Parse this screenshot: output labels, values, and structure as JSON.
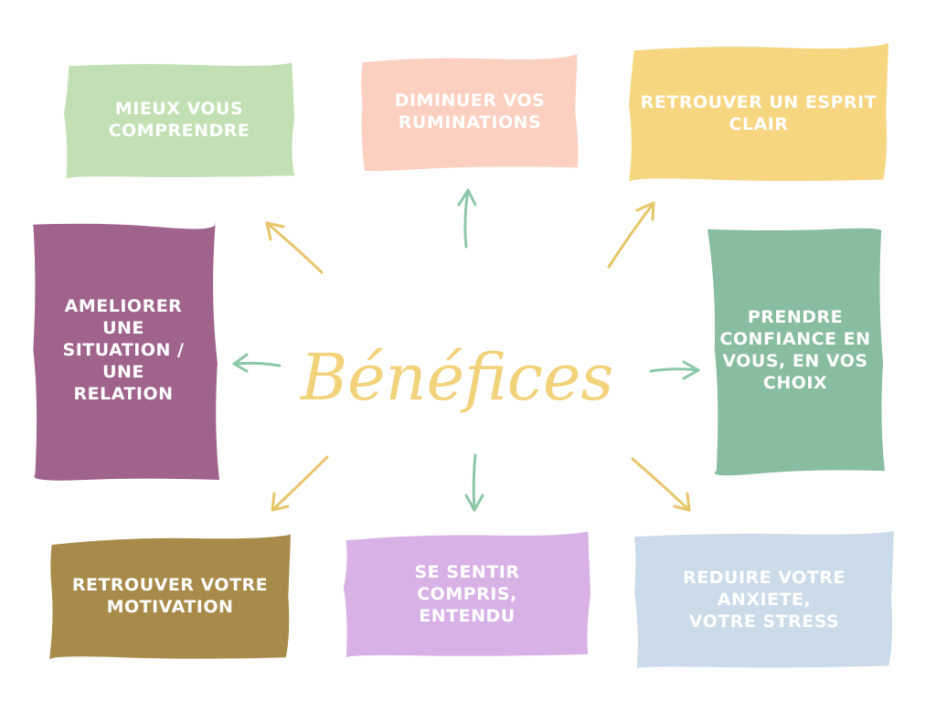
{
  "title": "Bénéfices",
  "colors": {
    "title": "#f2d27b",
    "arrow_green": "#8cc8a8",
    "arrow_yellow": "#e7c66a"
  },
  "cards": {
    "top_left": {
      "text": "MIEUX VOUS\nCOMPRENDRE",
      "color": "#c2e0b4"
    },
    "top_mid": {
      "text": "DIMINUER VOS\nRUMINATIONS",
      "color": "#fcd0c1"
    },
    "top_right": {
      "text": "RETROUVER UN ESPRIT\nCLAIR",
      "color": "#f6d680"
    },
    "mid_left": {
      "text": "AMELIORER\nUNE\nSITUATION /\nUNE\nRELATION",
      "color": "#a0648c"
    },
    "mid_right": {
      "text": "PRENDRE\nCONFIANCE EN\nVOUS, EN VOS\nCHOIX",
      "color": "#88bd9f"
    },
    "bot_left": {
      "text": "RETROUVER VOTRE\nMOTIVATION",
      "color": "#a88b4a"
    },
    "bot_mid": {
      "text": "SE SENTIR\nCOMPRIS,\nENTENDU",
      "color": "#d8b2e6"
    },
    "bot_right": {
      "text": "REDUIRE VOTRE ANXIETE,\nVOTRE STRESS",
      "color": "#ccdbe9"
    }
  }
}
